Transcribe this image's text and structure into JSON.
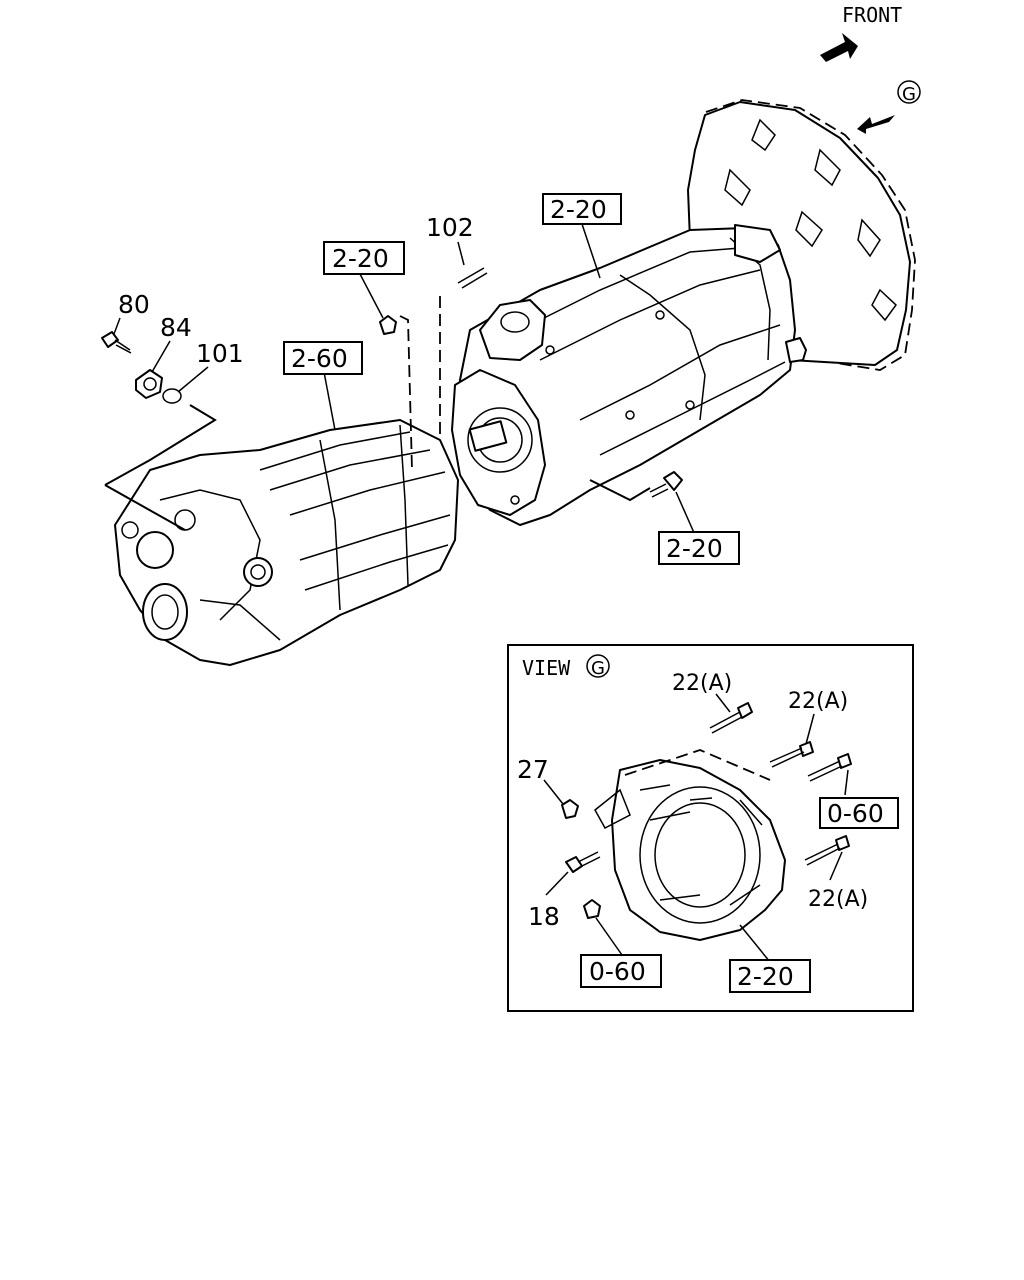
{
  "header": {
    "front_label": "FRONT",
    "view_marker": "G"
  },
  "callouts": {
    "c80": "80",
    "c84": "84",
    "c101": "101",
    "c102": "102",
    "ref_2_20_top": "2-20",
    "ref_2_20_upper": "2-20",
    "ref_2_60": "2-60",
    "ref_2_20_right": "2-20"
  },
  "view_g": {
    "title": "VIEW",
    "marker": "G",
    "c22a_1": "22(A)",
    "c22a_2": "22(A)",
    "c22a_3": "22(A)",
    "c27": "27",
    "c18": "18",
    "ref_0_60_right": "0-60",
    "ref_0_60_bottom": "0-60",
    "ref_2_20_bottom": "2-20"
  }
}
